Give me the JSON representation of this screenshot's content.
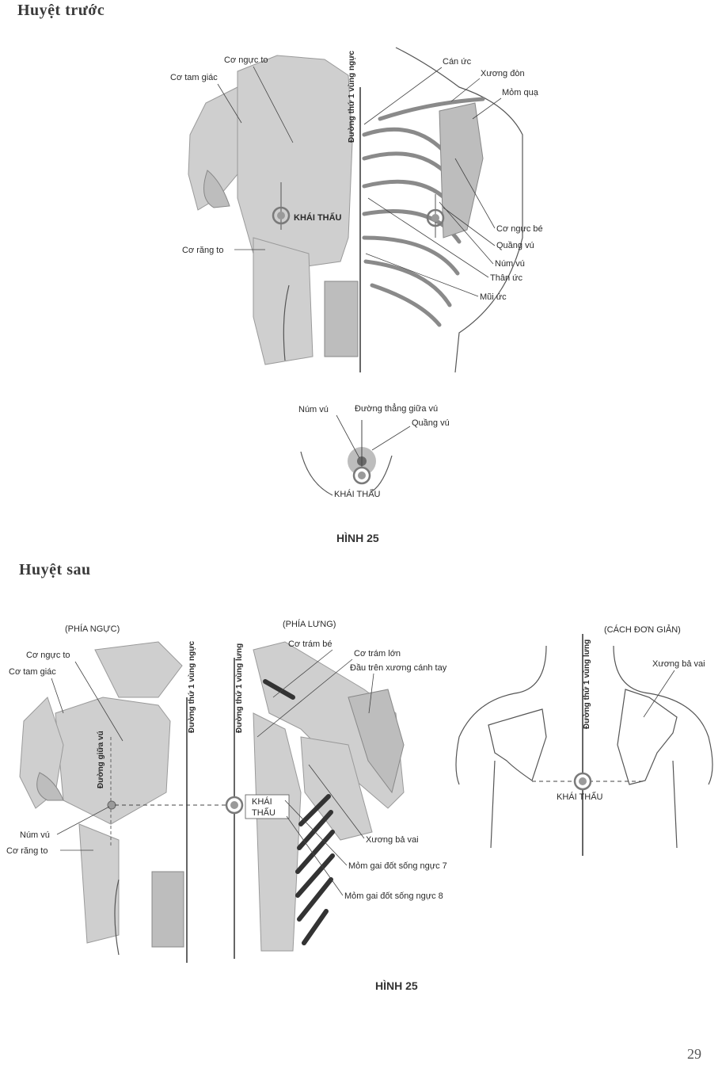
{
  "page": {
    "section_front_title": "Huyệt trước",
    "section_back_title": "Huyệt sau",
    "figure_caption_1": "HÌNH 25",
    "figure_caption_2": "HÌNH 25",
    "page_number": "29"
  },
  "front": {
    "vertical_label": "Đường thứ 1 vùng ngực",
    "point_label": "KHÁI THẤU",
    "left_labels": {
      "co_nguc_to": "Cơ ngực to",
      "co_tam_giac": "Cơ tam giác",
      "co_rang_to": "Cơ răng to"
    },
    "right_labels": {
      "can_uc": "Cán ức",
      "xuong_don": "Xương đòn",
      "mom_qua": "Mỏm quạ",
      "co_nguc_be": "Cơ ngực bé",
      "quang_vu": "Quầng vú",
      "num_vu": "Núm vú",
      "than_uc": "Thân ức",
      "mui_uc": "Mũi ức"
    }
  },
  "detail": {
    "num_vu": "Núm vú",
    "duong_thang": "Đường thẳng giữa vú",
    "quang_vu": "Quầng vú",
    "point_label": "KHÁI THẤU"
  },
  "back": {
    "phia_nguc": "(PHÍA NGỰC)",
    "phia_lung": "(PHÍA LƯNG)",
    "cach_don_gian": "(CÁCH ĐƠN GIẢN)",
    "vlabel_nguc": "Đường thứ 1 vùng ngực",
    "vlabel_lung": "Đường thứ 1 vùng lưng",
    "vlabel_simple": "Đường thứ 1 vùng lưng",
    "vlabel_giua_vu": "Đường giữa vú",
    "co_nguc_to": "Cơ ngực to",
    "co_tam_giac": "Cơ tam giác",
    "num_vu": "Núm vú",
    "co_rang_to": "Cơ răng to",
    "khai_thau_1": "KHÁI",
    "khai_thau_2": "THẤU",
    "co_tram_be": "Cơ trám bé",
    "co_tram_lon": "Cơ trám lớn",
    "dau_tren": "Đầu trên xương cánh tay",
    "xuong_ba_vai": "Xương bả vai",
    "mom_gai_7": "Mỏm gai đốt sống ngực 7",
    "mom_gai_8": "Mỏm gai đốt sống ngực 8",
    "xuong_ba_vai_simple": "Xương bả vai",
    "khai_thau_simple": "KHÁI THẤU"
  },
  "colors": {
    "point_ring": "#7a7a7a",
    "point_fill": "#9a9a9a"
  }
}
